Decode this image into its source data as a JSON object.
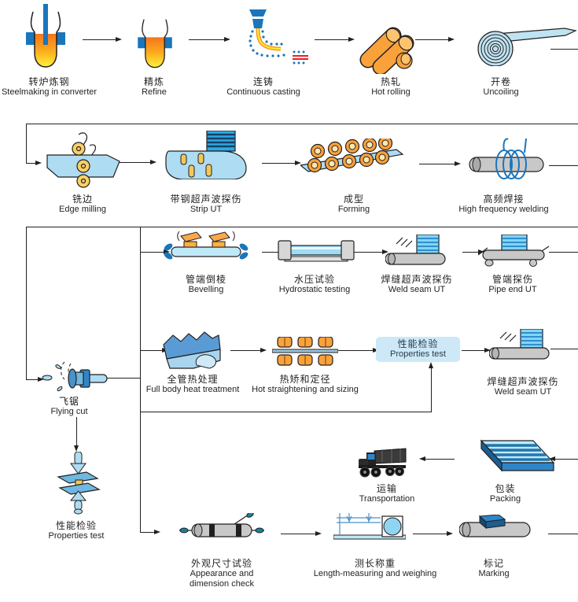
{
  "colors": {
    "line": "#231f20",
    "light_blue": "#aedcf2",
    "cyan_probe": "#7fd6f7",
    "blue": "#1b75bb",
    "orange": "#f9a13b",
    "yellow": "#ffe92e",
    "pipe_gray": "#c8c8c8",
    "properties_box_fill": "#cde9f8"
  },
  "steps": {
    "steelmaking": {
      "zh": "转炉炼钢",
      "en": "Steelmaking in converter"
    },
    "refine": {
      "zh": "精炼",
      "en": "Refine"
    },
    "continuous_casting": {
      "zh": "连铸",
      "en": "Continuous casting"
    },
    "hot_rolling": {
      "zh": "热轧",
      "en": "Hot rolling"
    },
    "uncoiling": {
      "zh": "开卷",
      "en": "Uncoiling"
    },
    "edge_milling": {
      "zh": "铣边",
      "en": "Edge milling"
    },
    "strip_ut": {
      "zh": "带钢超声波探伤",
      "en": "Strip UT"
    },
    "forming": {
      "zh": "成型",
      "en": "Forming"
    },
    "hf_welding": {
      "zh": "高频焊接",
      "en": "High frequency welding"
    },
    "bevelling": {
      "zh": "管端倒棱",
      "en": "Bevelling"
    },
    "hydrostatic": {
      "zh": "水压试验",
      "en": "Hydrostatic testing"
    },
    "weld_seam_ut_1": {
      "zh": "焊缝超声波探伤",
      "en": "Weld seam UT"
    },
    "pipe_end_ut": {
      "zh": "管端探伤",
      "en": "Pipe end UT"
    },
    "full_body_ht": {
      "zh": "全管热处理",
      "en": "Full body heat treatment"
    },
    "hot_straightening": {
      "zh": "热矫和定径",
      "en": "Hot straightening and sizing"
    },
    "properties_test_1": {
      "zh": "性能检验",
      "en": "Properties test"
    },
    "weld_seam_ut_2": {
      "zh": "焊缝超声波探伤",
      "en": "Weld seam UT"
    },
    "flying_cut": {
      "zh": "飞锯",
      "en": "Flying cut"
    },
    "properties_test_2": {
      "zh": "性能检验",
      "en": "Properties test"
    },
    "transportation": {
      "zh": "运输",
      "en": "Transportation"
    },
    "packing": {
      "zh": "包装",
      "en": "Packing"
    },
    "appearance_check": {
      "zh": "外观尺寸试验",
      "en": "Appearance and dimension check"
    },
    "length_measuring": {
      "zh": "测长称重",
      "en": "Length-measuring and weighing"
    },
    "marking": {
      "zh": "标记",
      "en": "Marking"
    }
  }
}
